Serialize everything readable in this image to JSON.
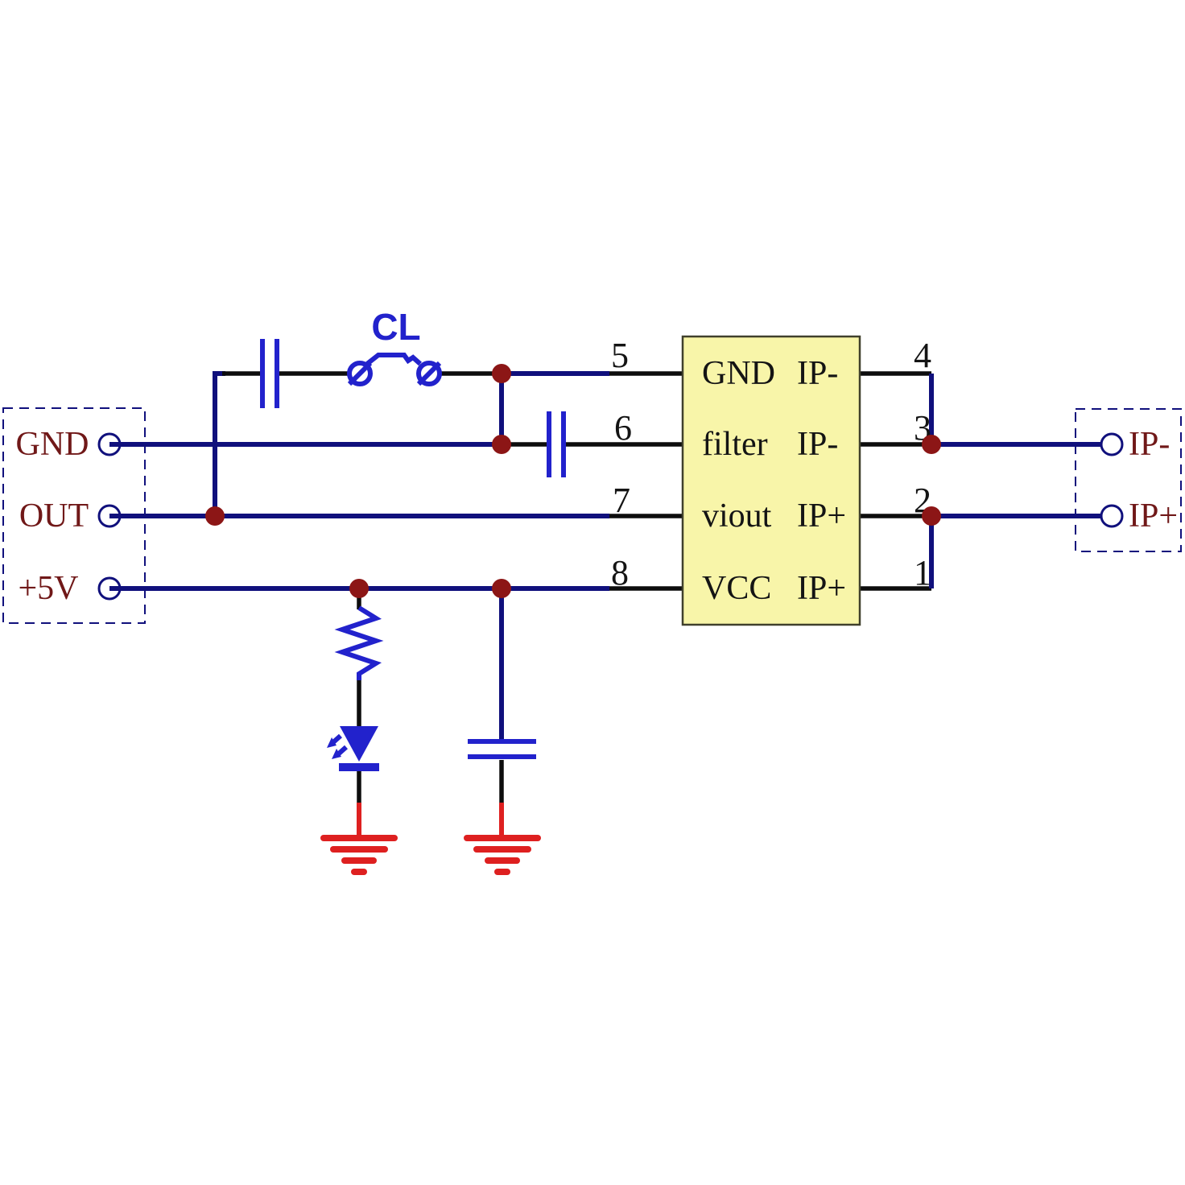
{
  "colors": {
    "wire_navy": "#10107C",
    "component_blue": "#2222CC",
    "junction_maroon": "#8C1616",
    "ground_red": "#DE2020",
    "label_maroon": "#701818",
    "ic_fill": "#F8F5A9",
    "ic_border": "#40402C",
    "pin_wire_black": "#0D0D0D",
    "background": "#FFFFFF"
  },
  "left_connector": {
    "pins": [
      {
        "label": "GND"
      },
      {
        "label": "OUT"
      },
      {
        "label": "+5V"
      }
    ]
  },
  "right_connector": {
    "pins": [
      {
        "label": "IP-"
      },
      {
        "label": "IP+"
      }
    ]
  },
  "ic": {
    "left_pins": [
      {
        "number": "5",
        "name": "GND"
      },
      {
        "number": "6",
        "name": "filter"
      },
      {
        "number": "7",
        "name": "viout"
      },
      {
        "number": "8",
        "name": "VCC"
      }
    ],
    "right_pins": [
      {
        "number": "4",
        "name": "IP-"
      },
      {
        "number": "3",
        "name": "IP-"
      },
      {
        "number": "2",
        "name": "IP+"
      },
      {
        "number": "1",
        "name": "IP+"
      }
    ]
  },
  "components": {
    "jumper_label": "CL"
  }
}
